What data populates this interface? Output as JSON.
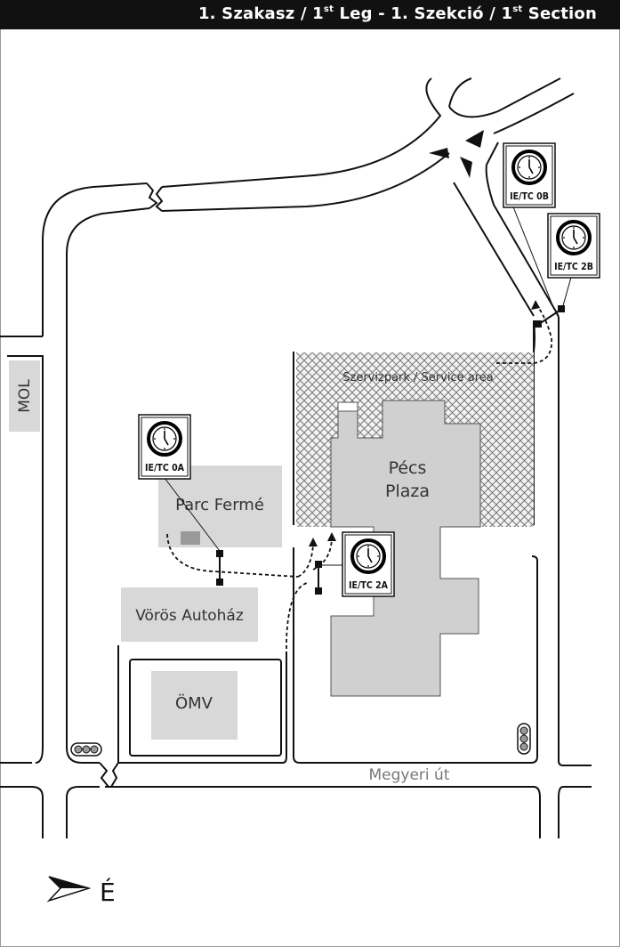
{
  "header": {
    "leg_hu": "1. Szakasz / 1",
    "leg_hu_sup": "st",
    "leg_en": " Leg - 1. Szekció / 1",
    "leg_en_sup": "st",
    "section": " Section"
  },
  "places": {
    "mol": "MOL",
    "service_area": "Szervizpark / Service area",
    "plaza_line1": "Pécs",
    "plaza_line2": "Plaza",
    "parc_ferme": "Parc Fermé",
    "vorous_autohaz": "Vörös Autoház",
    "omv": "ÖMV",
    "street": "Megyeri út"
  },
  "controls": {
    "tc0b": "IE/TC 0B",
    "tc2b": "IE/TC 2B",
    "tc0a": "IE/TC 0A",
    "tc2a": "IE/TC 2A"
  },
  "north": "É",
  "colors": {
    "header_bg": "#111111",
    "block_gray": "#d8d8d8",
    "plaza_gray": "#d0d0d0",
    "road_line": "#111111"
  }
}
